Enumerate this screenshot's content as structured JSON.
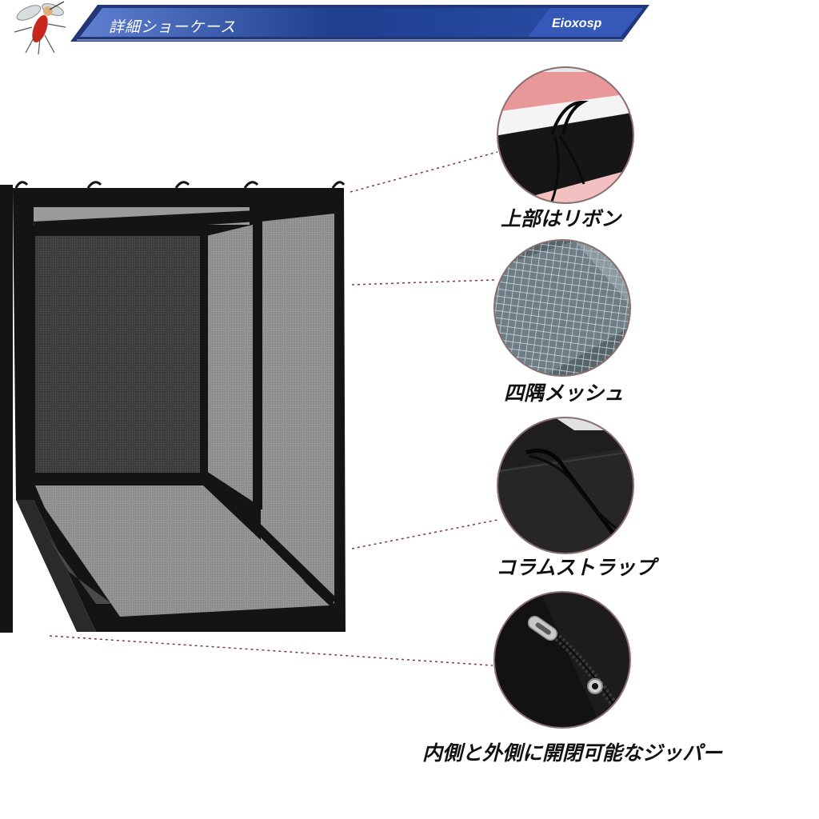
{
  "header": {
    "title": "詳細ショーケース",
    "brand": "Eioxosp"
  },
  "features": [
    {
      "label": "上部はリボン",
      "icon": "ribbon-tie-detail"
    },
    {
      "label": "四隅メッシュ",
      "icon": "mesh-detail"
    },
    {
      "label": "コラムストラップ",
      "icon": "column-strap-detail"
    },
    {
      "label": "内側と外側に開閉可能なジッパー",
      "icon": "zipper-detail"
    }
  ],
  "colors": {
    "banner": "#1f3f8f",
    "accent_dotline": "#7a3b3b",
    "fabric": "#141414"
  }
}
